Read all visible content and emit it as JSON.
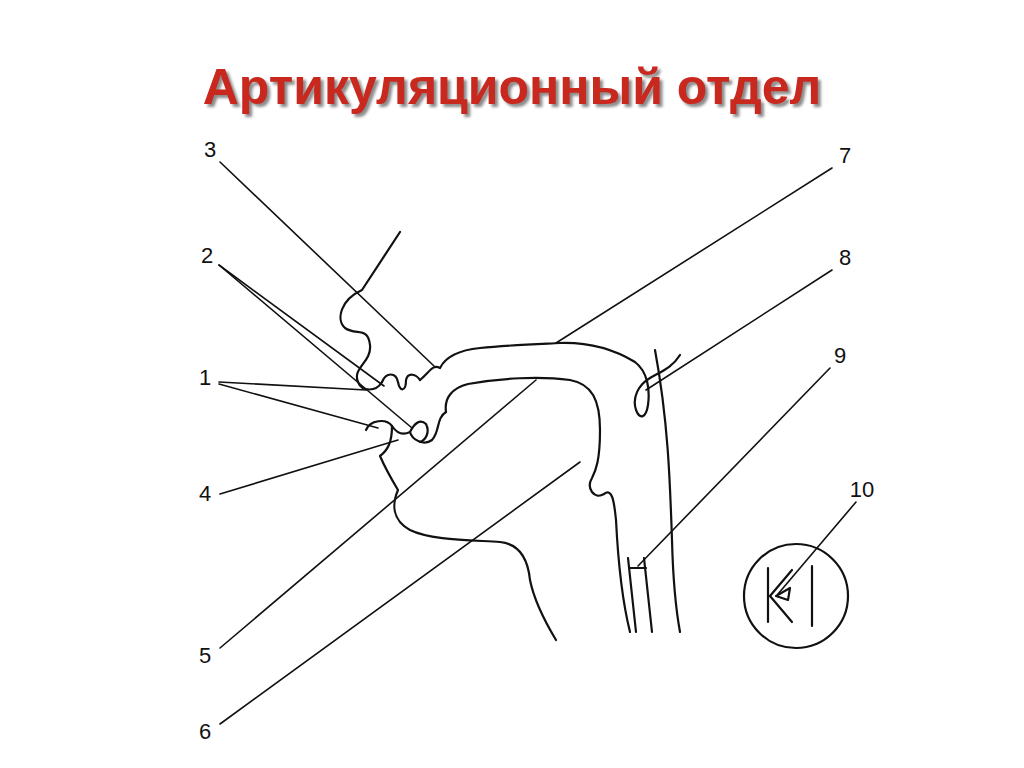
{
  "diagram": {
    "title": "Артикуляционный отдел",
    "labels": [
      "3",
      "2",
      "1",
      "4",
      "5",
      "6",
      "7",
      "8",
      "9",
      "10"
    ]
  }
}
